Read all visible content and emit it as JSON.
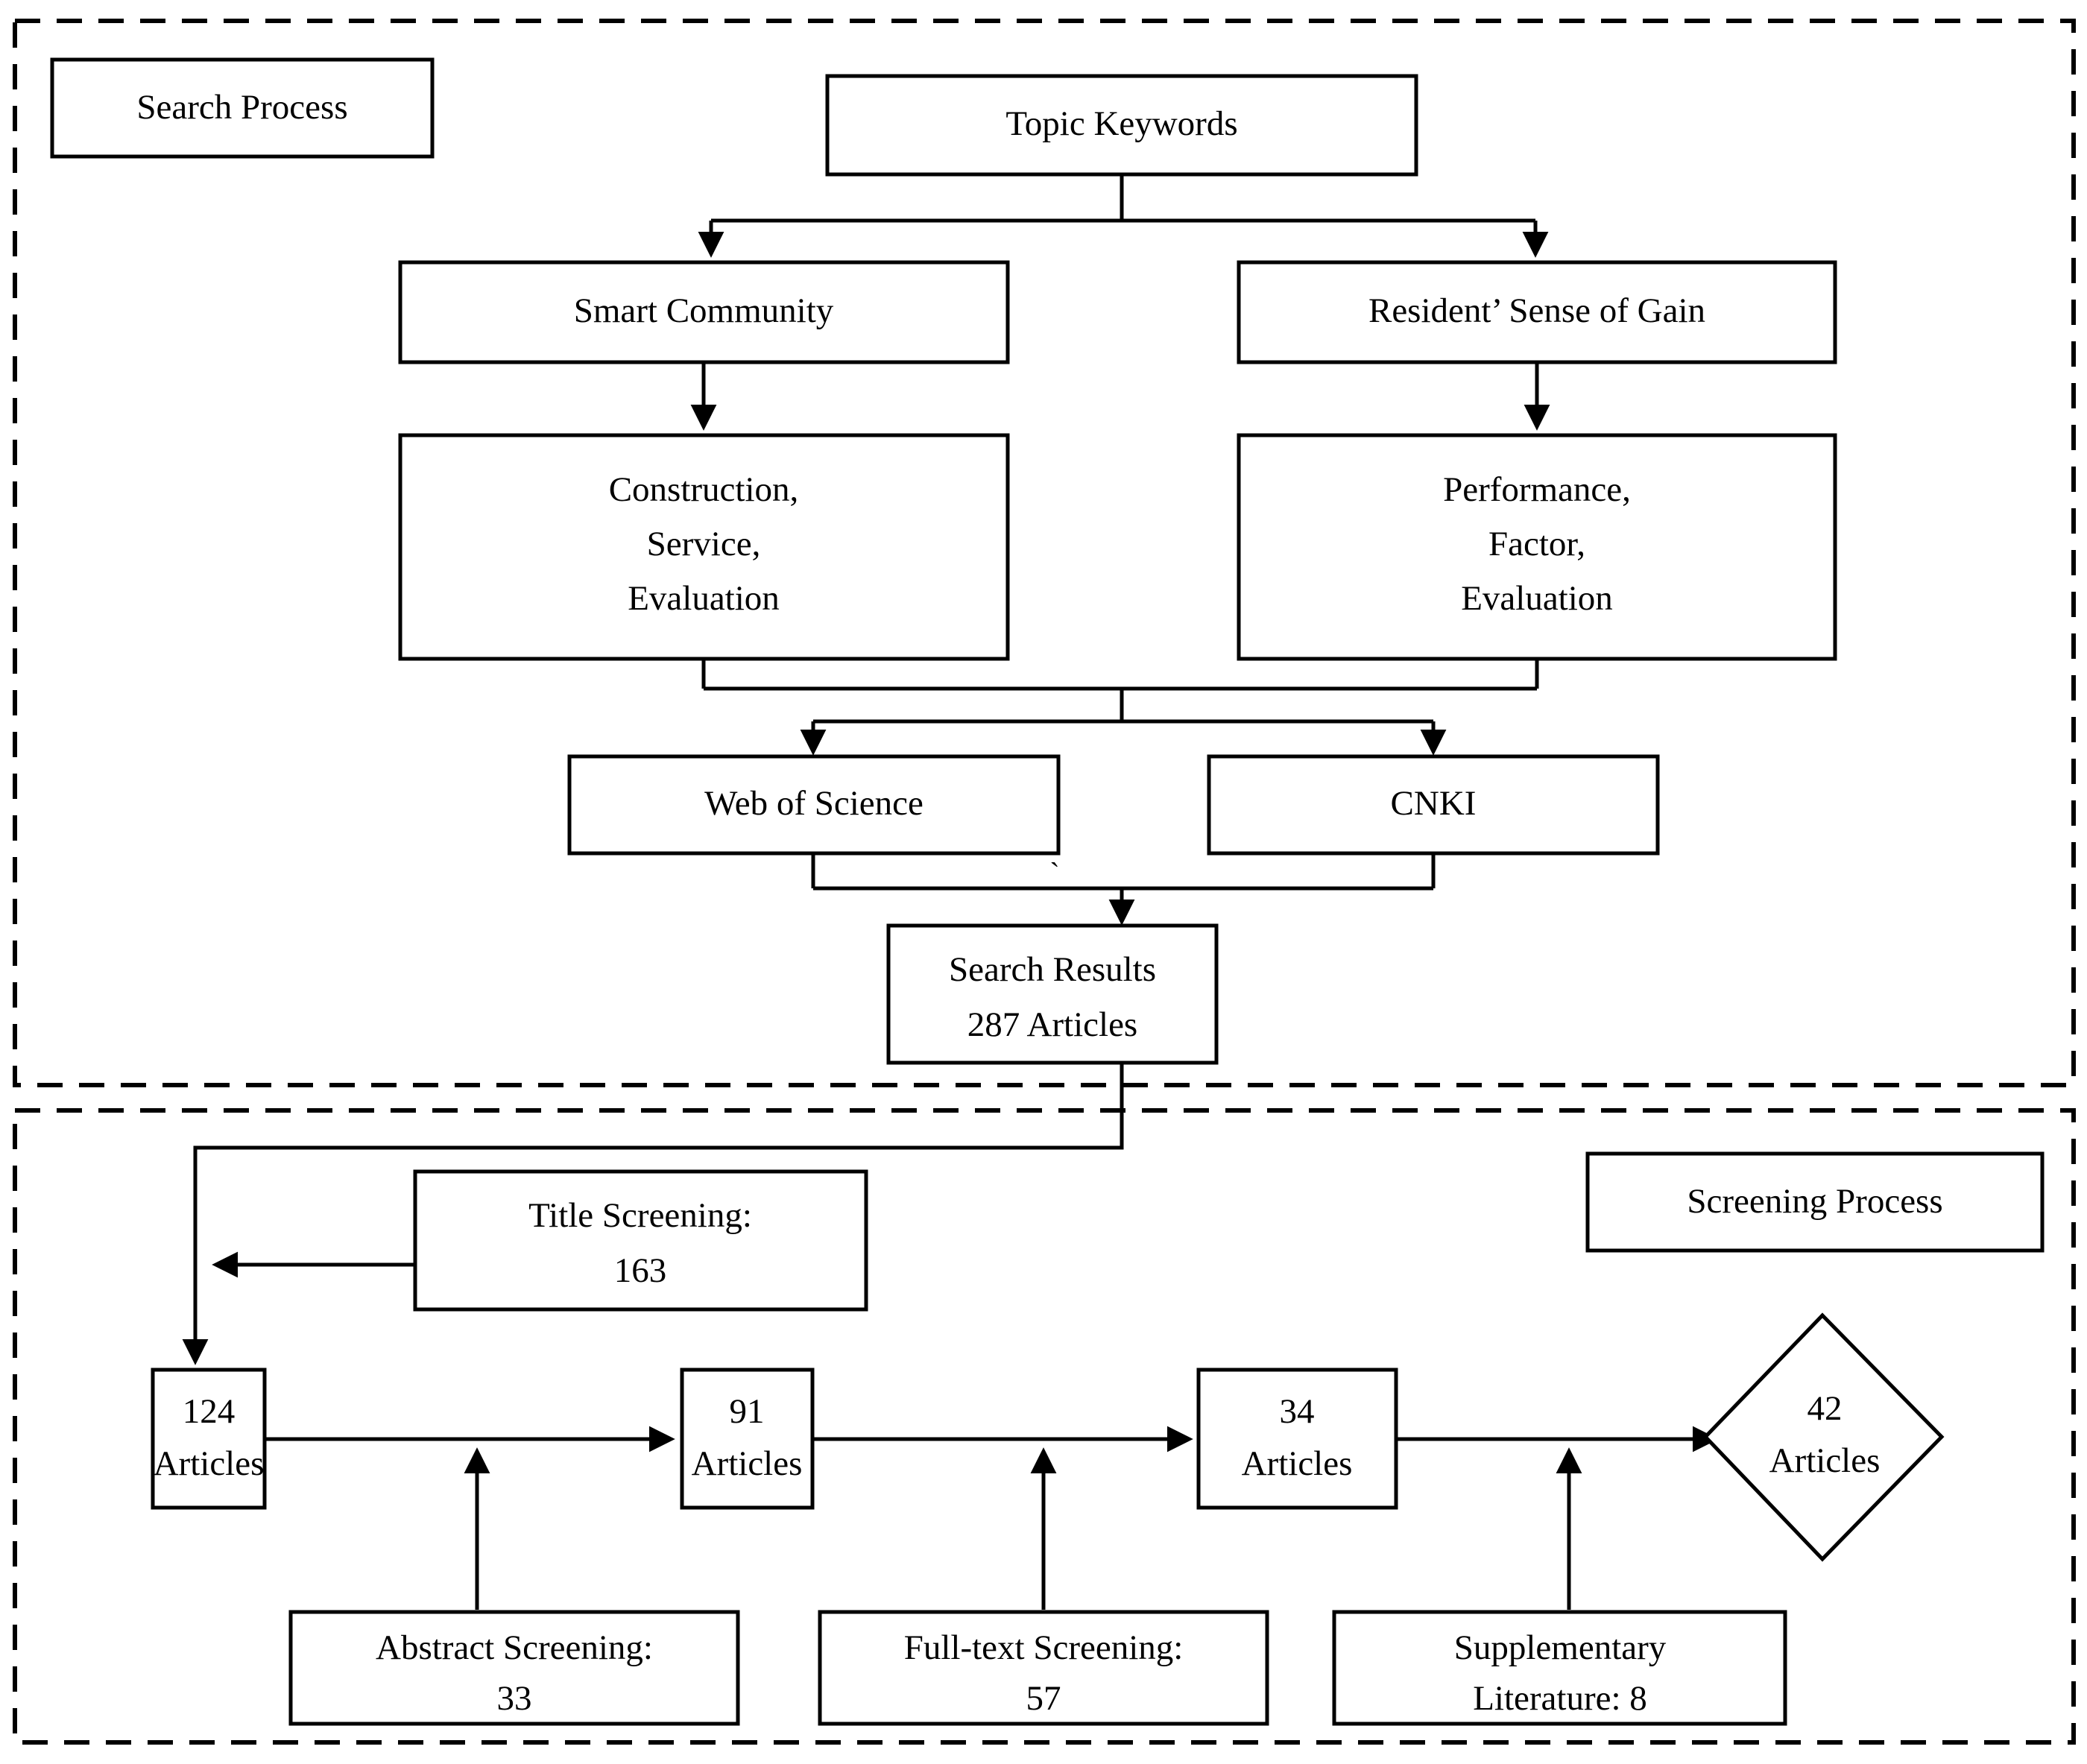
{
  "figure": {
    "type": "flowchart",
    "title_present": false,
    "panels": [
      {
        "id": "search",
        "label": "Search Process"
      },
      {
        "id": "screening",
        "label": "Screening Process"
      }
    ]
  },
  "search_process": {
    "panel_label": "Search Process",
    "topic_keywords": "Topic Keywords",
    "branch_left": "Smart Community",
    "branch_right": "Resident’  Sense of Gain",
    "keywords_left": {
      "line1": "Construction,",
      "line2": "Service,",
      "line3": "Evaluation"
    },
    "keywords_right": {
      "line1": "Performance,",
      "line2": "Factor,",
      "line3": "Evaluation"
    },
    "databases": [
      "Web of Science",
      "CNKI"
    ],
    "results": {
      "line1": "Search Results",
      "line2": "287 Articles"
    },
    "stray_tick": "`"
  },
  "screening_process": {
    "panel_label": "Screening Process",
    "title_screening": {
      "line1": "Title Screening:",
      "line2": "163"
    },
    "abstract_screening": {
      "line1": "Abstract Screening:",
      "line2": "33"
    },
    "fulltext_screening": {
      "line1": "Full-text Screening:",
      "line2": "57"
    },
    "supplementary": {
      "line1": "Supplementary",
      "line2": "Literature: 8"
    },
    "stages": [
      {
        "count": "124",
        "unit": "Articles",
        "shape": "rect"
      },
      {
        "count": "91",
        "unit": "Articles",
        "shape": "rect"
      },
      {
        "count": "34",
        "unit": "Articles",
        "shape": "rect"
      },
      {
        "count": "42",
        "unit": "Articles",
        "shape": "diamond"
      }
    ]
  },
  "chart_data": {
    "type": "flow-diagram",
    "title": "Literature search and screening flow",
    "nodes": [
      {
        "id": "search-process-label",
        "text": "Search Process"
      },
      {
        "id": "topic-keywords",
        "text": "Topic Keywords"
      },
      {
        "id": "smart-community",
        "text": "Smart Community"
      },
      {
        "id": "resident-sense-of-gain",
        "text": "Resident’  Sense of Gain"
      },
      {
        "id": "keywords-left",
        "text": "Construction, Service, Evaluation"
      },
      {
        "id": "keywords-right",
        "text": "Performance, Factor, Evaluation"
      },
      {
        "id": "web-of-science",
        "text": "Web of Science"
      },
      {
        "id": "cnki",
        "text": "CNKI"
      },
      {
        "id": "search-results",
        "text": "Search Results 287 Articles",
        "value": 287
      },
      {
        "id": "screening-process-label",
        "text": "Screening Process"
      },
      {
        "id": "title-screening",
        "text": "Title Screening: 163",
        "value": 163
      },
      {
        "id": "articles-124",
        "text": "124 Articles",
        "value": 124
      },
      {
        "id": "abstract-screening",
        "text": "Abstract Screening: 33",
        "value": 33
      },
      {
        "id": "articles-91",
        "text": "91 Articles",
        "value": 91
      },
      {
        "id": "fulltext-screening",
        "text": "Full-text Screening: 57",
        "value": 57
      },
      {
        "id": "articles-34",
        "text": "34 Articles",
        "value": 34
      },
      {
        "id": "supplementary-literature",
        "text": "Supplementary Literature: 8",
        "value": 8
      },
      {
        "id": "articles-42",
        "text": "42 Articles",
        "value": 42
      }
    ],
    "edges": [
      {
        "from": "topic-keywords",
        "to": "smart-community"
      },
      {
        "from": "topic-keywords",
        "to": "resident-sense-of-gain"
      },
      {
        "from": "smart-community",
        "to": "keywords-left"
      },
      {
        "from": "resident-sense-of-gain",
        "to": "keywords-right"
      },
      {
        "from": "keywords-left",
        "to": "web-of-science"
      },
      {
        "from": "keywords-left",
        "to": "cnki"
      },
      {
        "from": "keywords-right",
        "to": "web-of-science"
      },
      {
        "from": "keywords-right",
        "to": "cnki"
      },
      {
        "from": "web-of-science",
        "to": "search-results"
      },
      {
        "from": "cnki",
        "to": "search-results"
      },
      {
        "from": "search-results",
        "to": "articles-124"
      },
      {
        "from": "title-screening",
        "to": "articles-124"
      },
      {
        "from": "articles-124",
        "to": "articles-91"
      },
      {
        "from": "abstract-screening",
        "to": "articles-91"
      },
      {
        "from": "articles-91",
        "to": "articles-34"
      },
      {
        "from": "fulltext-screening",
        "to": "articles-34"
      },
      {
        "from": "articles-34",
        "to": "articles-42"
      },
      {
        "from": "supplementary-literature",
        "to": "articles-42"
      }
    ]
  },
  "colors": {
    "stroke": "#000000",
    "fill": "#ffffff"
  }
}
